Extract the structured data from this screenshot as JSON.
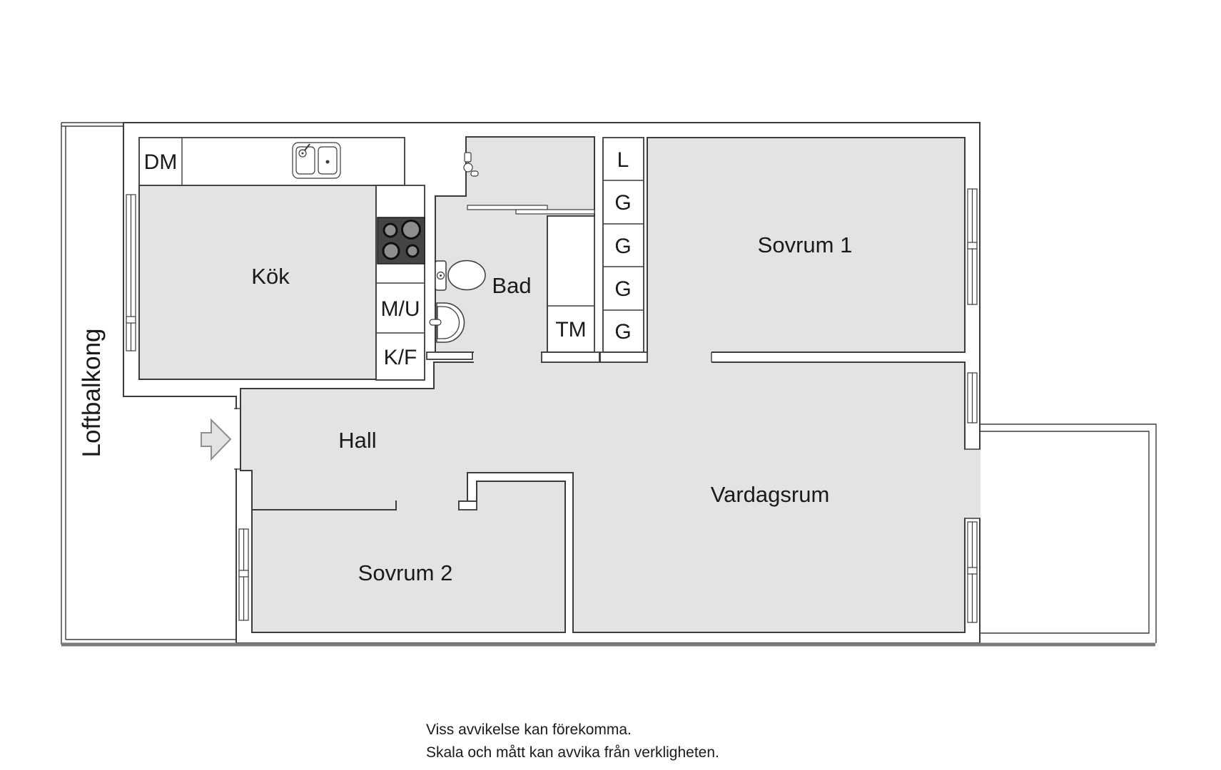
{
  "floorplan": {
    "rooms": {
      "kitchen": "Kök",
      "bath": "Bad",
      "hall": "Hall",
      "bedroom1": "Sovrum 1",
      "bedroom2": "Sovrum 2",
      "living": "Vardagsrum",
      "loft_balcony": "Loftbalkong"
    },
    "fixtures": {
      "dishwasher": "DM",
      "micro_oven": "M/U",
      "fridge_freezer": "K/F",
      "washing_machine": "TM"
    },
    "wardrobes": [
      "L",
      "G",
      "G",
      "G",
      "G"
    ],
    "disclaimer": [
      "Viss avvikelse kan förekomma.",
      "Skala och mått kan avvika från verkligheten."
    ],
    "colors": {
      "floor": "#e3e3e1",
      "wall_line": "#3b3b3b",
      "stove": "#454545",
      "burner_center": "#8e8e8e",
      "arrow_outline": "#8f8f8f",
      "base_line": "#7a7a7a"
    }
  }
}
